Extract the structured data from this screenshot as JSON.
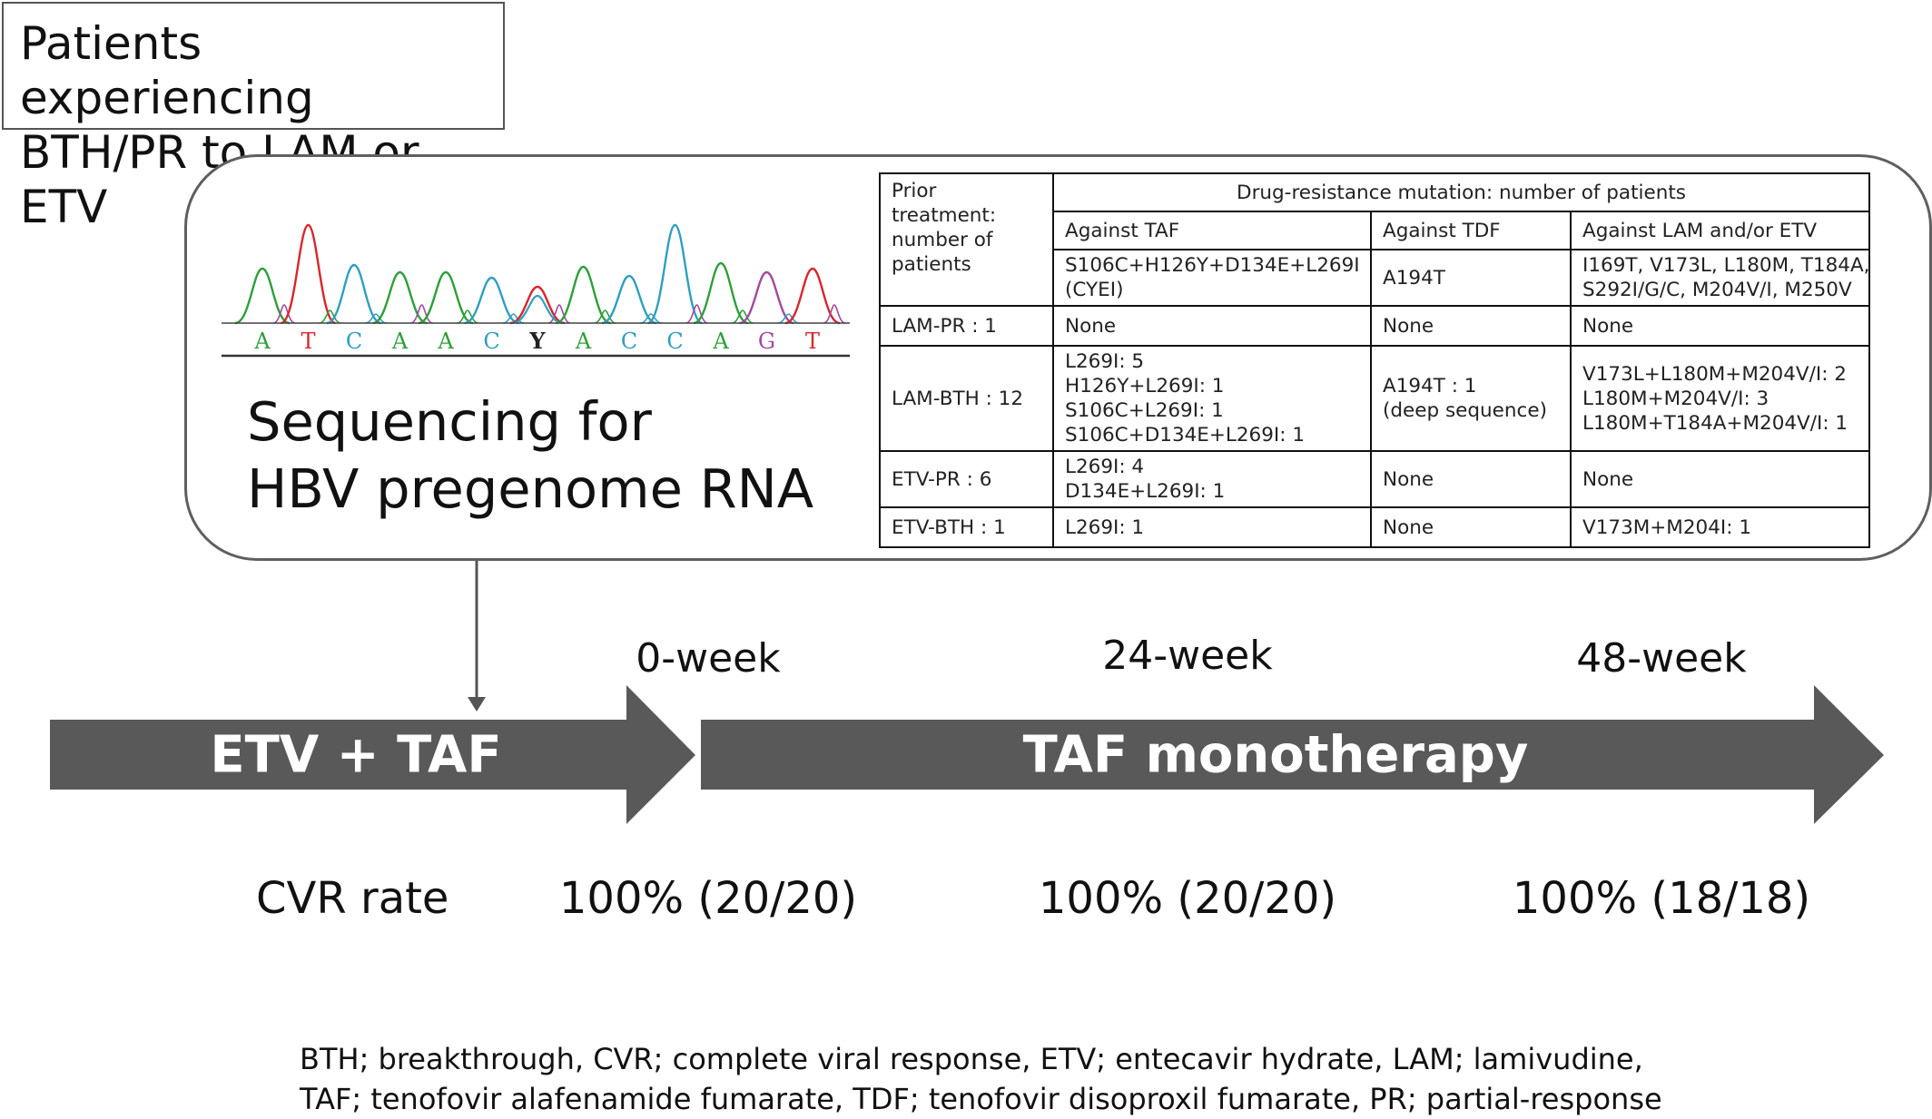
{
  "header_box": {
    "line1": "Patients experiencing",
    "line2": "BTH/PR to LAM or ETV"
  },
  "sequencing": {
    "title_line1": "Sequencing for",
    "title_line2": "HBV pregenome RNA",
    "bases": [
      "A",
      "T",
      "C",
      "A",
      "A",
      "C",
      "Y",
      "A",
      "C",
      "C",
      "A",
      "G",
      "T"
    ],
    "base_colors": {
      "A": "#2e9e3a",
      "T": "#d8262c",
      "C": "#2f9fbf",
      "G": "#a24a9c",
      "Y": "#222222"
    }
  },
  "table": {
    "prior_header": "Prior treatment: number of patients",
    "group_header": "Drug-resistance mutation: number of patients",
    "col_headers": [
      "Against TAF",
      "Against TDF",
      "Against LAM and/or ETV"
    ],
    "mutation_row": {
      "taf": [
        "S106C+H126Y+D134E+L269I",
        "(CYEI)"
      ],
      "tdf": [
        "A194T"
      ],
      "lam_etv": [
        "I169T, V173L, L180M, T184A,",
        "S292I/G/C, M204V/I, M250V"
      ]
    },
    "rows": [
      {
        "prior": "LAM-PR : 1",
        "taf": [
          "None"
        ],
        "tdf": [
          "None"
        ],
        "lam_etv": [
          "None"
        ]
      },
      {
        "prior": "LAM-BTH : 12",
        "taf": [
          "L269I: 5",
          "H126Y+L269I: 1",
          "S106C+L269I: 1",
          "S106C+D134E+L269I: 1"
        ],
        "tdf": [
          "A194T : 1",
          "(deep sequence)"
        ],
        "lam_etv": [
          "V173L+L180M+M204V/I: 2",
          "L180M+M204V/I: 3",
          "L180M+T184A+M204V/I:  1"
        ]
      },
      {
        "prior": "ETV-PR : 6",
        "taf": [
          "L269I: 4",
          "D134E+L269I: 1"
        ],
        "tdf": [
          "None"
        ],
        "lam_etv": [
          "None"
        ]
      },
      {
        "prior": "ETV-BTH : 1",
        "taf": [
          "L269I: 1"
        ],
        "tdf": [
          "None"
        ],
        "lam_etv": [
          "V173M+M204I: 1"
        ]
      }
    ]
  },
  "timeline": {
    "phase1_label": "ETV + TAF",
    "phase2_label": "TAF monotherapy",
    "weeks": [
      "0-week",
      "24-week",
      "48-week"
    ],
    "arrow_color": "#595959"
  },
  "cvr": {
    "label": "CVR rate",
    "values": [
      "100% (20/20)",
      "100% (20/20)",
      "100% (18/18)"
    ]
  },
  "footnote": {
    "line1": "BTH; breakthrough, CVR; complete viral response, ETV; entecavir hydrate, LAM; lamivudine,",
    "line2": "TAF; tenofovir alafenamide fumarate, TDF; tenofovir disoproxil fumarate, PR; partial-response"
  }
}
